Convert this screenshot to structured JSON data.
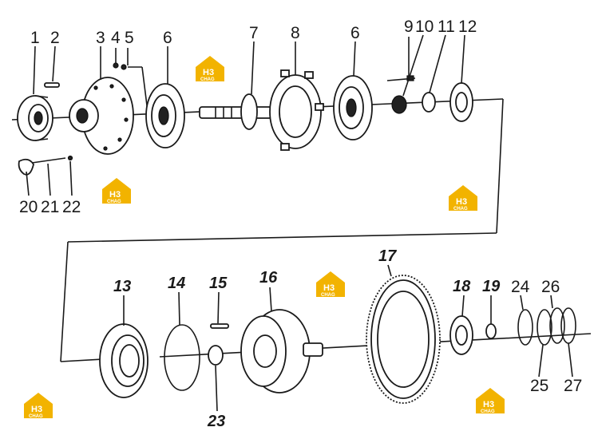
{
  "diagram": {
    "labels_top": [
      "1",
      "2",
      "3",
      "4",
      "5",
      "6",
      "7",
      "8",
      "6",
      "9",
      "10",
      "11",
      "12"
    ],
    "labels_bottom_left": [
      "20",
      "21",
      "22"
    ],
    "labels_lower": [
      "13",
      "14",
      "15",
      "16",
      "17",
      "18",
      "19",
      "24",
      "26",
      "25",
      "27",
      "23"
    ]
  },
  "watermark": {
    "logo_text": "H3",
    "logo_sub": "CHAG"
  },
  "colors": {
    "ink": "#1a1a1a",
    "logo": "#f2b300"
  }
}
